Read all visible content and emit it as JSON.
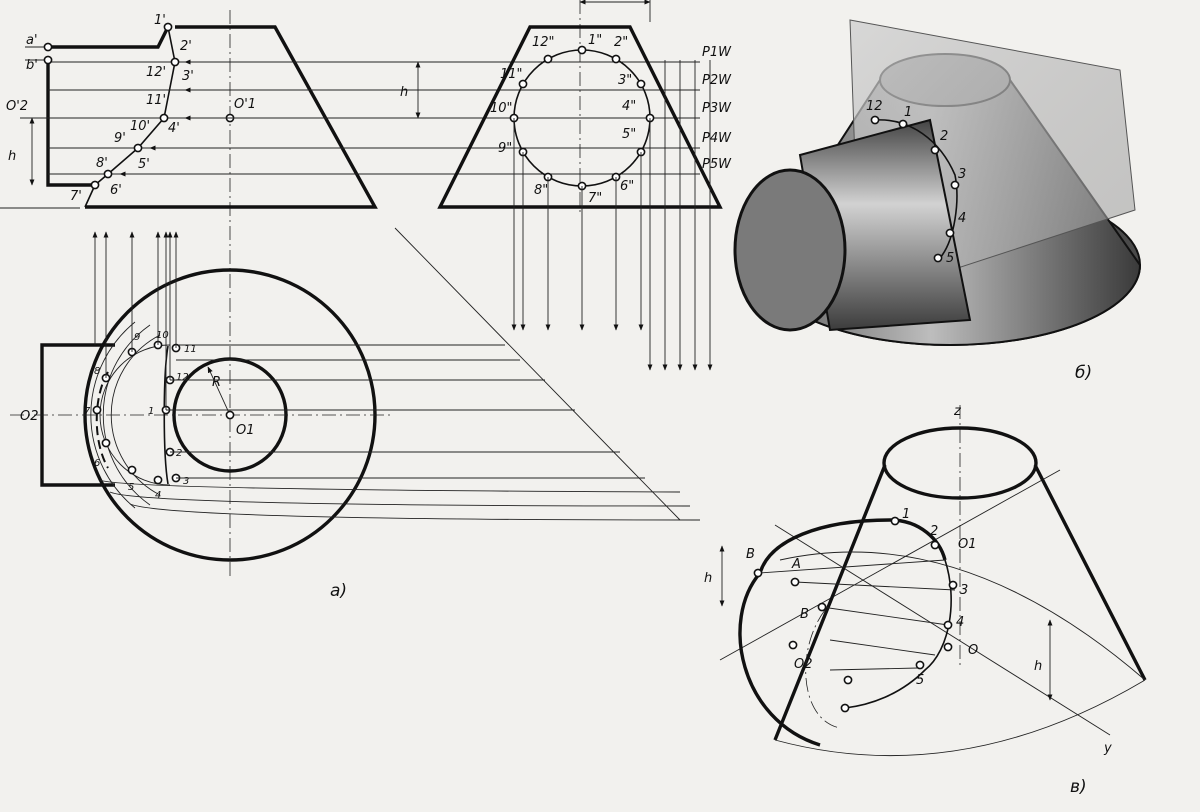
{
  "front_view": {
    "labels": [
      "a'",
      "b'",
      "1'",
      "2'",
      "12'",
      "3'",
      "11'",
      "4'",
      "10'",
      "9'",
      "5'",
      "8'",
      "6'",
      "7'",
      "O'2",
      "O'1"
    ],
    "dim_h": "h"
  },
  "side_view": {
    "points": [
      "1\"",
      "2\"",
      "3\"",
      "4\"",
      "5\"",
      "6\"",
      "7\"",
      "8\"",
      "9\"",
      "10\"",
      "11\"",
      "12\""
    ],
    "dim_h": "h",
    "planes": [
      "P1W",
      "P2W",
      "P3W",
      "P4W",
      "P5W"
    ]
  },
  "top_view": {
    "labels": [
      "1",
      "2",
      "3",
      "4",
      "5",
      "6",
      "7",
      "8",
      "9",
      "10",
      "11",
      "12",
      "O2",
      "O1",
      "R"
    ]
  },
  "iso_b": {
    "labels": [
      "12",
      "1",
      "2",
      "3",
      "4",
      "5"
    ]
  },
  "iso_c": {
    "labels": [
      "z",
      "y",
      "1",
      "2",
      "O1",
      "3",
      "4",
      "5",
      "O",
      "O2",
      "B",
      "A",
      "B",
      "h",
      "h"
    ]
  },
  "captions": {
    "a": "а)",
    "b": "б)",
    "c": "в)"
  },
  "colors": {
    "ink": "#111111",
    "paper": "#f2f1ee",
    "shade_dark": "#3a3a3a",
    "shade_light": "#bcbcbc"
  }
}
